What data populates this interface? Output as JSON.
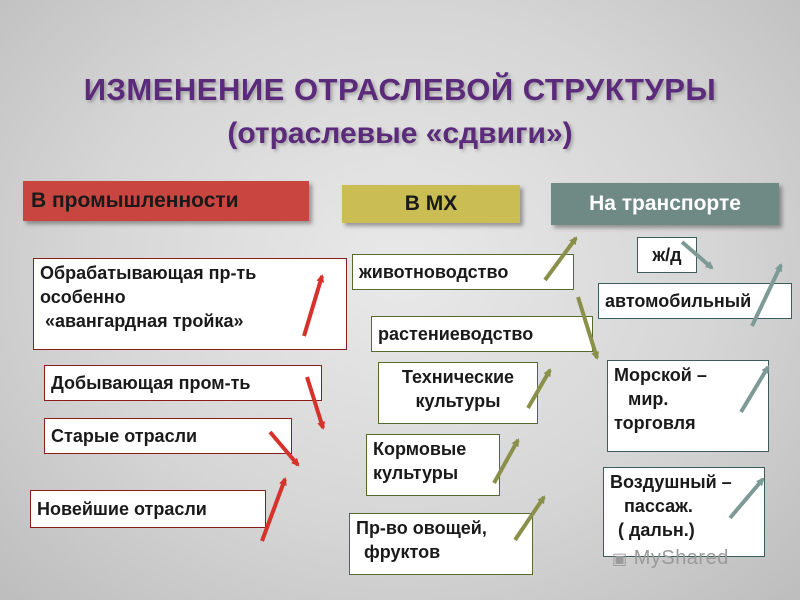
{
  "title": {
    "line1": "ИЗМЕНЕНИЕ ОТРАСЛЕВОЙ СТРУКТУРЫ",
    "line2": "(отраслевые «сдвиги»)"
  },
  "headers": {
    "industry": "В промышленности",
    "agriculture": "В МХ",
    "transport": "На транспорте"
  },
  "industry": {
    "processing": [
      "Обрабатывающая пр-ть",
      "особенно",
      "«авангардная тройка»"
    ],
    "extracting": "Добывающая пром-ть",
    "old": "Старые отрасли",
    "newest": "Новейшие отрасли"
  },
  "agriculture": {
    "livestock": "животноводство",
    "crops": "растениеводство",
    "technical": [
      "Технические",
      "культуры"
    ],
    "fodder": [
      "Кормовые",
      "культуры"
    ],
    "vegfruit": [
      "Пр-во овощей,",
      "фруктов"
    ]
  },
  "transport": {
    "rail": "ж/д",
    "auto": "автомобильный",
    "sea": [
      "Морской –",
      "мир.",
      "торговля"
    ],
    "air": [
      "Воздушный –",
      "пассаж.",
      "( дальн.)"
    ]
  },
  "watermark": "MyShared",
  "colors": {
    "title": "#5b2a7a",
    "header_industry": "#c8463f",
    "header_agriculture": "#c9bd53",
    "header_transport": "#6f8985",
    "arrow_industry": "#d6312b",
    "arrow_agriculture": "#8a8f4a",
    "arrow_transport": "#7d9a97"
  }
}
